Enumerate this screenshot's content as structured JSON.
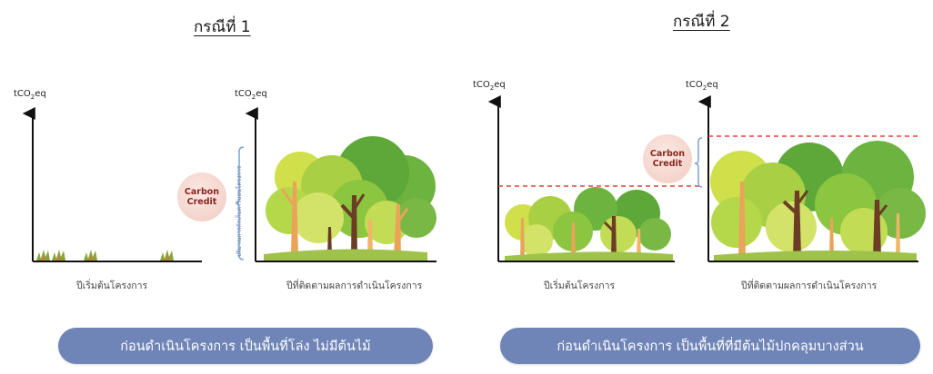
{
  "case1": {
    "title": "กรณีที่ 1",
    "before": {
      "y_axis": "tCO",
      "y_sub": "2",
      "y_tail": "eq",
      "x_label": "ปีเริ่มต้นโครงการ"
    },
    "after": {
      "y_axis": "tCO",
      "y_sub": "2",
      "y_tail": "eq",
      "x_label": "ปีที่ติดตามผลการดำเนินโครงการ",
      "bracket_text": "ปริมาณการกักเก็บคาร์บอนโครงการ"
    },
    "credit_line1": "Carbon",
    "credit_line2": "Credit",
    "banner": "ก่อนดำเนินโครงการ เป็นพื้นที่โล่ง ไม่มีต้นไม้"
  },
  "case2": {
    "title": "กรณีที่ 2",
    "before": {
      "y_axis": "tCO",
      "y_sub": "2",
      "y_tail": "eq",
      "x_label": "ปีเริ่มต้นโครงการ"
    },
    "after": {
      "y_axis": "tCO",
      "y_sub": "2",
      "y_tail": "eq",
      "x_label": "ปีที่ติดตามผลการดำเนินโครงการ"
    },
    "credit_line1": "Carbon",
    "credit_line2": "Credit",
    "banner": "ก่อนดำเนินโครงการ เป็นพื้นที่ที่มีต้นไม้ปกคลุมบางส่วน"
  },
  "colors": {
    "banner": "#6f84b7",
    "dashed_line": "#e0443a",
    "bracket": "#7ea2d6",
    "credit_text": "#8a2520"
  }
}
